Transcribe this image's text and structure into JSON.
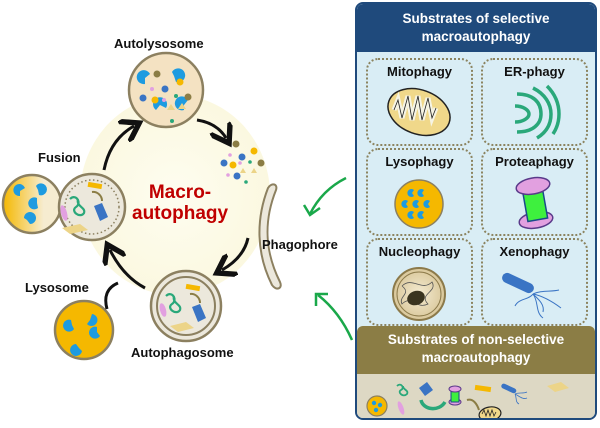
{
  "cycle": {
    "center_title_line1": "Macro-",
    "center_title_line2": "autophagy",
    "stages": {
      "autolysosome": "Autolysosome",
      "fusion": "Fusion",
      "lysosome": "Lysosome",
      "autophagosome": "Autophagosome",
      "phagophore": "Phagophore"
    }
  },
  "selective_panel": {
    "title_line1": "Substrates of selective",
    "title_line2": "macroautophagy",
    "items": [
      {
        "label": "Mitophagy",
        "icon": "mitochondrion-icon"
      },
      {
        "label": "ER-phagy",
        "icon": "endoplasmic-reticulum-icon"
      },
      {
        "label": "Lysophagy",
        "icon": "lysosome-icon"
      },
      {
        "label": "Proteaphagy",
        "icon": "proteasome-icon"
      },
      {
        "label": "Nucleophagy",
        "icon": "nucleus-icon"
      },
      {
        "label": "Xenophagy",
        "icon": "bacterium-icon"
      }
    ]
  },
  "non_selective_panel": {
    "title_line1": "Substrates of non-selective",
    "title_line2": "macroautophagy"
  },
  "colors": {
    "selective_header": "#1f4a7c",
    "non_selective_header": "#8b7d45",
    "center_title": "#c00000",
    "arrow_green": "#1aa84a",
    "lysosome_fill": "#f5b800",
    "enzyme_blue": "#1e9be0"
  }
}
